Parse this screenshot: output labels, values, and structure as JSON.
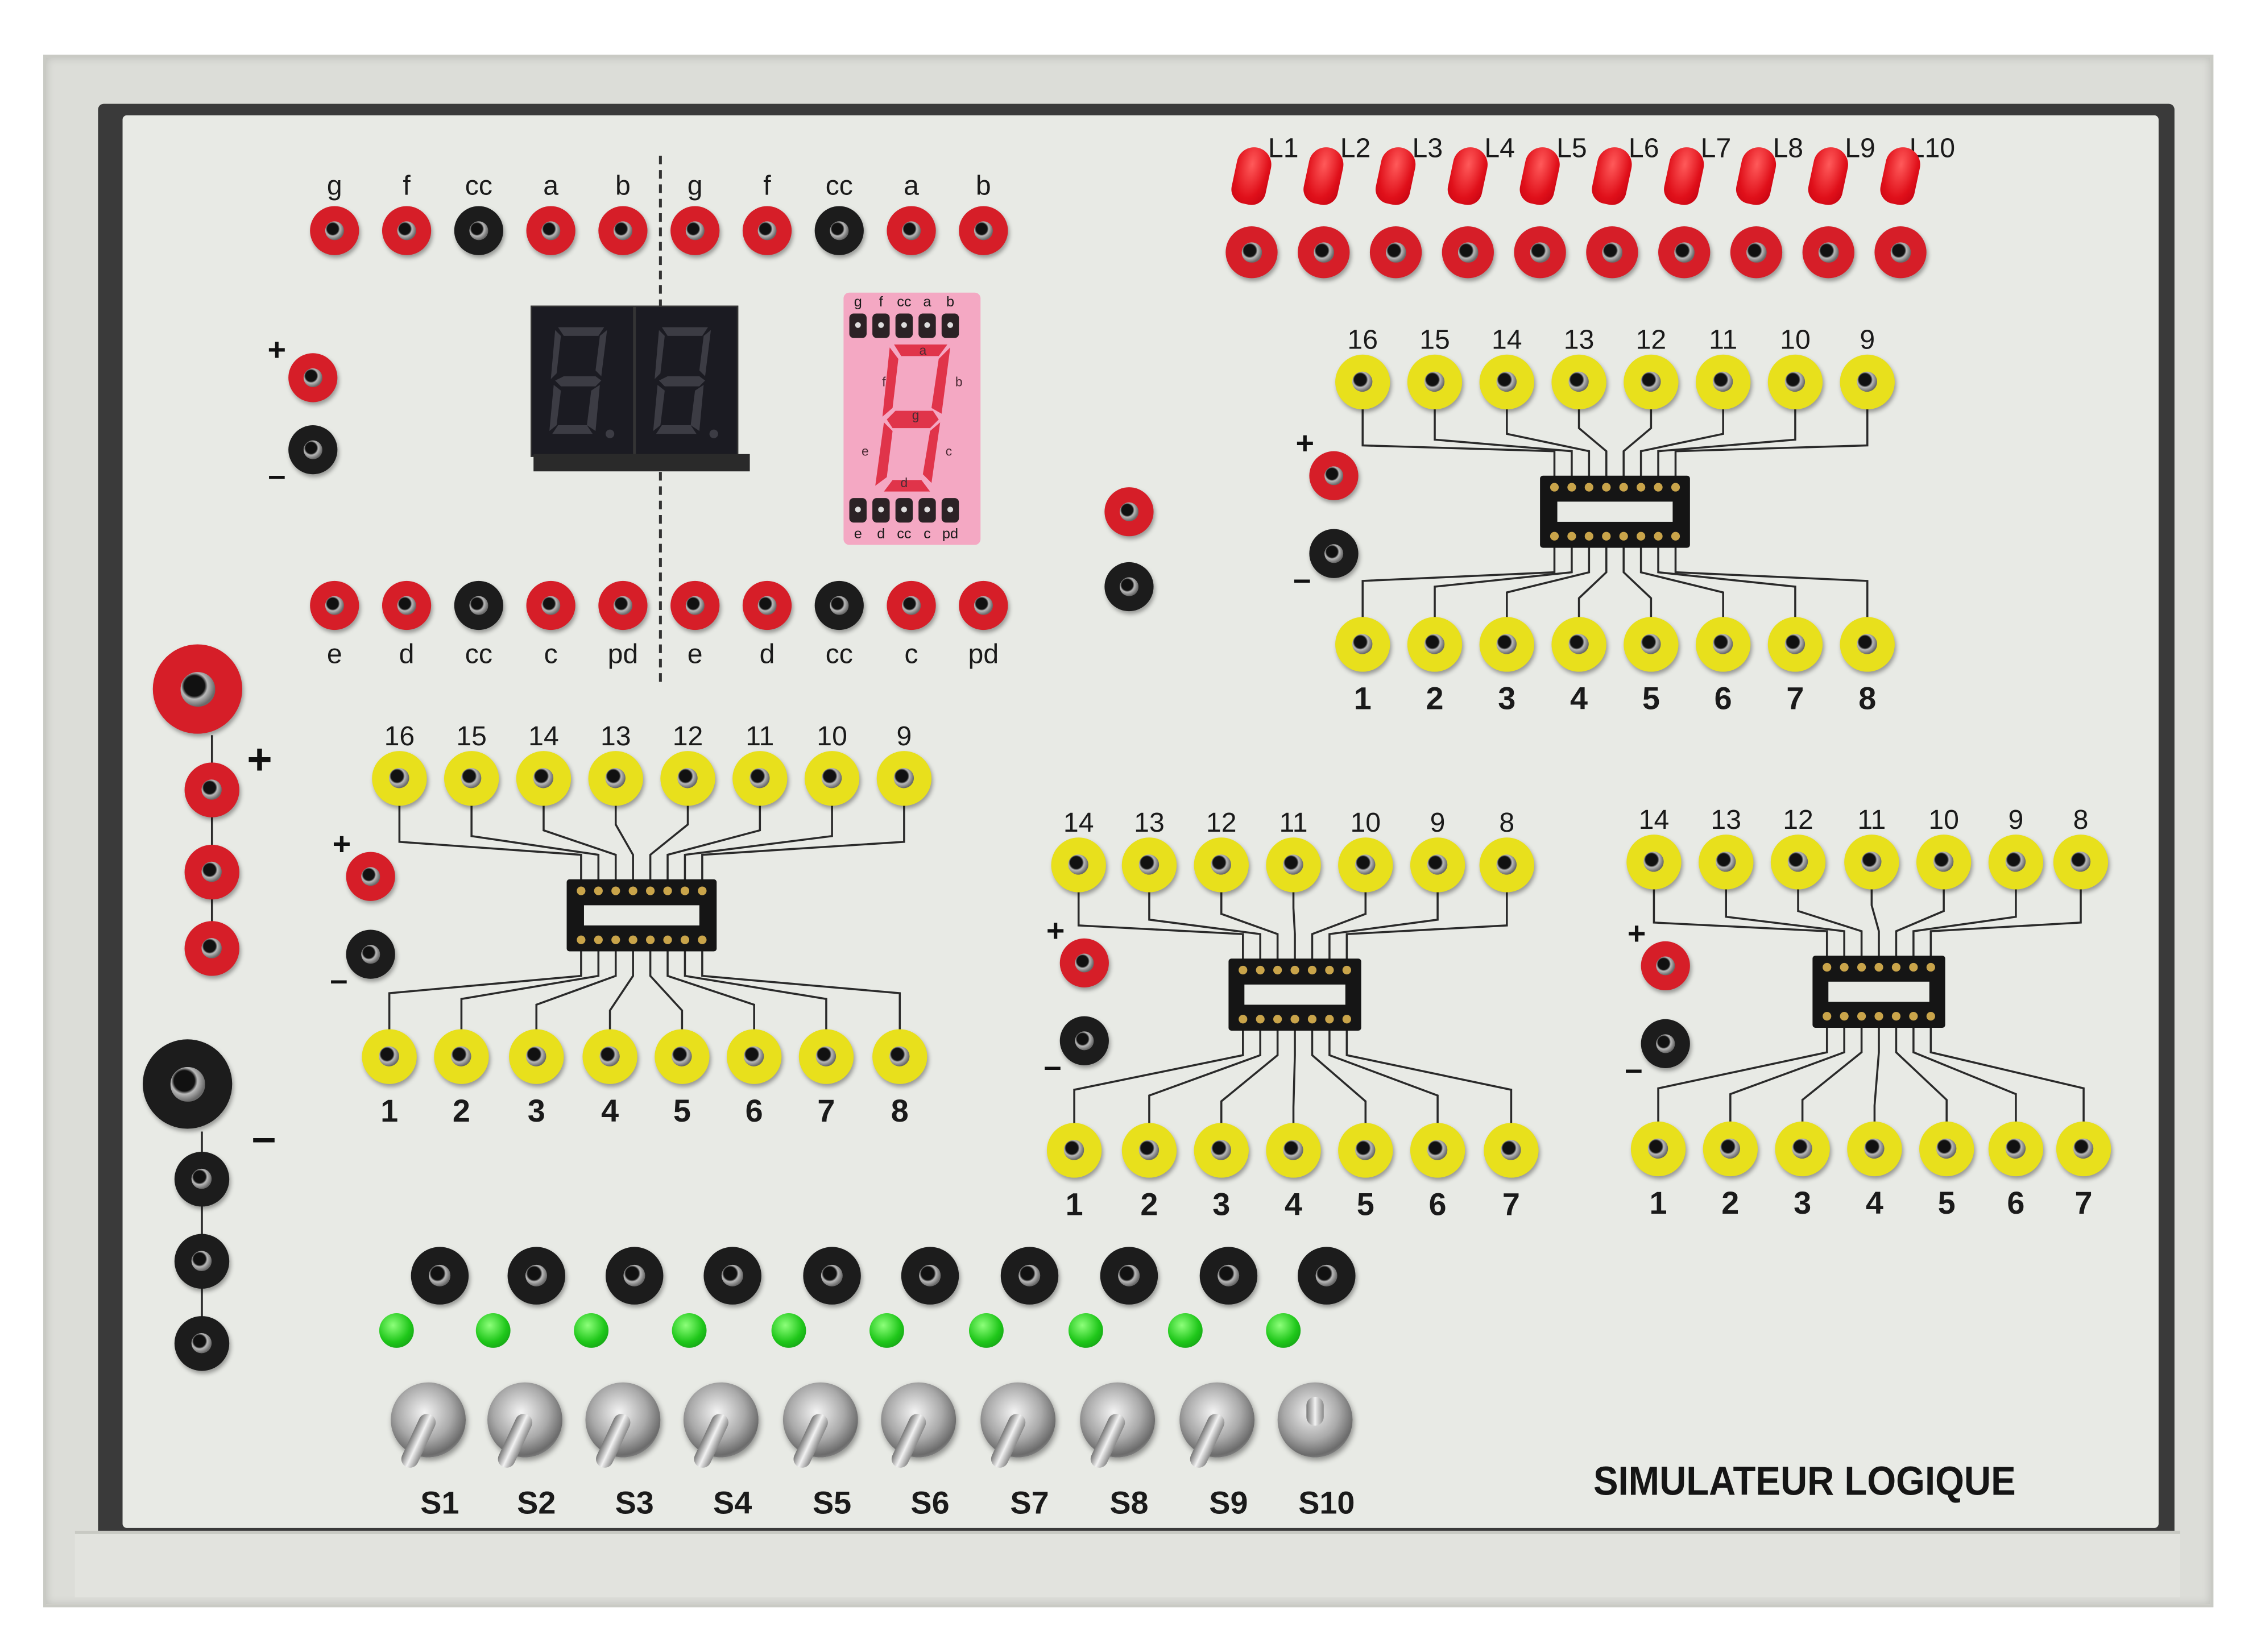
{
  "title": "SIMULATEUR LOGIQUE",
  "display_header": {
    "top_labels": [
      "g",
      "f",
      "cc",
      "a",
      "b",
      "g",
      "f",
      "cc",
      "a",
      "b"
    ],
    "bottom_labels": [
      "e",
      "d",
      "cc",
      "c",
      "pd",
      "e",
      "d",
      "cc",
      "c",
      "pd"
    ]
  },
  "segment_diagram": {
    "top_pins": [
      "g",
      "f",
      "cc",
      "a",
      "b"
    ],
    "segments": {
      "a": "a",
      "b": "b",
      "c": "c",
      "d": "d",
      "e": "e",
      "f": "f",
      "g": "g"
    },
    "bottom_pins": [
      "e",
      "d",
      "cc",
      "c",
      "pd"
    ]
  },
  "leds": [
    "L1",
    "L2",
    "L3",
    "L4",
    "L5",
    "L6",
    "L7",
    "L8",
    "L9",
    "L10"
  ],
  "ic_sockets": {
    "ic16_right": {
      "top": [
        "16",
        "15",
        "14",
        "13",
        "12",
        "11",
        "10",
        "9"
      ],
      "bottom": [
        "1",
        "2",
        "3",
        "4",
        "5",
        "6",
        "7",
        "8"
      ]
    },
    "ic16_left": {
      "top": [
        "16",
        "15",
        "14",
        "13",
        "12",
        "11",
        "10",
        "9"
      ],
      "bottom": [
        "1",
        "2",
        "3",
        "4",
        "5",
        "6",
        "7",
        "8"
      ]
    },
    "ic14_middle": {
      "top": [
        "14",
        "13",
        "12",
        "11",
        "10",
        "9",
        "8"
      ],
      "bottom": [
        "1",
        "2",
        "3",
        "4",
        "5",
        "6",
        "7"
      ]
    },
    "ic14_right": {
      "top": [
        "14",
        "13",
        "12",
        "11",
        "10",
        "9",
        "8"
      ],
      "bottom": [
        "1",
        "2",
        "3",
        "4",
        "5",
        "6",
        "7"
      ]
    }
  },
  "power": {
    "plus": "+",
    "minus": "–"
  },
  "switches": [
    "S1",
    "S2",
    "S3",
    "S4",
    "S5",
    "S6",
    "S7",
    "S8",
    "S9",
    "S10"
  ],
  "colors": {
    "red_jack": "#d61e28",
    "black_jack": "#1c1c1c",
    "yellow_jack": "#e8e01c",
    "panel": "#e8eae5",
    "diagram_pink": "#f4a8c3",
    "segment_red": "#e0344a"
  }
}
